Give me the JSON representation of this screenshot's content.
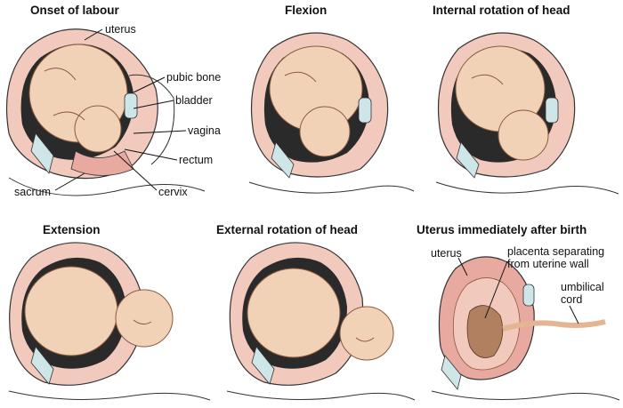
{
  "panels": [
    {
      "title": "Onset of labour"
    },
    {
      "title": "Flexion"
    },
    {
      "title": "Internal rotation of head"
    },
    {
      "title": "Extension"
    },
    {
      "title": "External rotation of head"
    },
    {
      "title": "Uterus immediately after birth"
    }
  ],
  "labels": {
    "uterus": "uterus",
    "pubic_bone": "pubic bone",
    "bladder": "bladder",
    "vagina": "vagina",
    "rectum": "rectum",
    "sacrum": "sacrum",
    "cervix": "cervix",
    "uterus_after": "uterus",
    "placenta_line1": "placenta separating",
    "placenta_line2": "from uterine wall",
    "umbilical_line1": "umbilical",
    "umbilical_line2": "cord"
  },
  "colors": {
    "skin": "#f2d2b6",
    "skin_shade": "#e3b592",
    "tissue": "#f1c9bd",
    "uterus_wall": "#e8a9a0",
    "cavity": "#2a2a2a",
    "bone": "#cfe6e8",
    "placenta": "#b08060"
  }
}
